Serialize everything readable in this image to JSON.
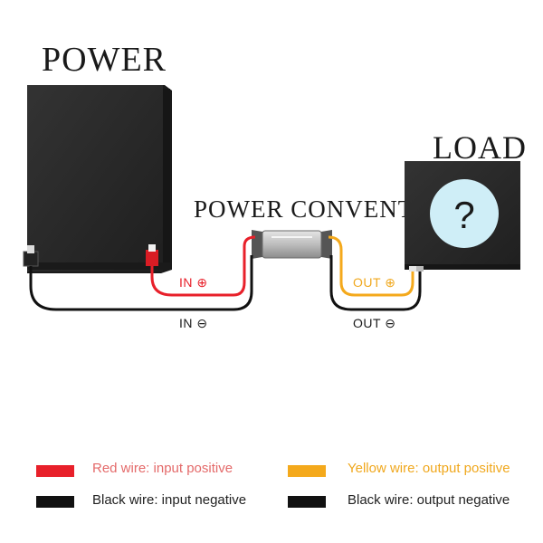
{
  "titles": {
    "power": "POWER",
    "converter": "POWER  CONVENTER",
    "load": "LOAD",
    "load_symbol": "?"
  },
  "wire_labels": {
    "in_pos": "IN ⊕",
    "in_neg": "IN ⊖",
    "out_pos": "OUT ⊕",
    "out_neg": "OUT ⊖"
  },
  "legend": {
    "red": "Red wire: input positive",
    "black_in": "Black wire: input negative",
    "yellow": "Yellow wire: output positive",
    "black_out": "Black wire: output negative"
  },
  "colors": {
    "red": "#e8202a",
    "red_text": "#e46a6a",
    "yellow": "#f4a91c",
    "yellow_text": "#f0a81e",
    "black": "#111111",
    "box": "#2b2b2b",
    "load_screen": "#cfeef7"
  }
}
